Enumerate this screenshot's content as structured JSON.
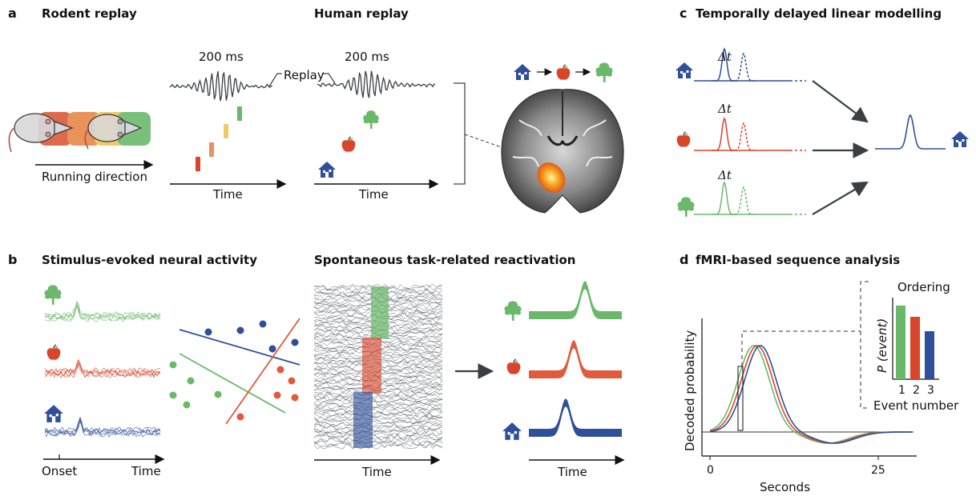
{
  "panels": {
    "a": {
      "letter": "a",
      "rodent_title": "Rodent replay",
      "human_title": "Human replay",
      "running_direction": "Running direction",
      "rodent_duration": "200 ms",
      "human_duration": "200 ms",
      "replay_label": "Replay",
      "rodent_time": "Time",
      "human_time": "Time"
    },
    "b": {
      "letter": "b",
      "evoked_title": "Stimulus-evoked neural activity",
      "spontaneous_title": "Spontaneous task-related reactivation",
      "onset": "Onset",
      "evoked_time": "Time",
      "raster_time": "Time",
      "output_time": "Time"
    },
    "c": {
      "letter": "c",
      "title": "Temporally delayed linear modelling",
      "delta_t": "Δt"
    },
    "d": {
      "letter": "d",
      "title": "fMRI-based sequence analysis",
      "ylabel": "Decoded probability",
      "xlabel": "Seconds",
      "x_ticks": [
        "0",
        "25"
      ],
      "inset_title": "Ordering",
      "inset_ylabel": "P (event)",
      "inset_xlabel": "Event number",
      "inset_ticks": [
        "1",
        "2",
        "3"
      ]
    }
  },
  "colors": {
    "house": "#2f4f9a",
    "apple": "#d9452b",
    "tree": "#6ab96b",
    "neutral": "#3a3f44"
  },
  "icons": [
    "house-icon",
    "apple-icon",
    "tree-icon",
    "rat-icon",
    "brain-icon"
  ],
  "chart_data": {
    "type": "line",
    "x_range": [
      0,
      30
    ],
    "series_colors": [
      "#6ab96b",
      "#d9452b",
      "#2f4f9a"
    ],
    "peak_seconds": [
      6.5,
      7.0,
      7.5
    ],
    "inset": {
      "type": "bar",
      "categories": [
        "1",
        "2",
        "3"
      ],
      "values": [
        0.92,
        0.78,
        0.6
      ]
    }
  }
}
